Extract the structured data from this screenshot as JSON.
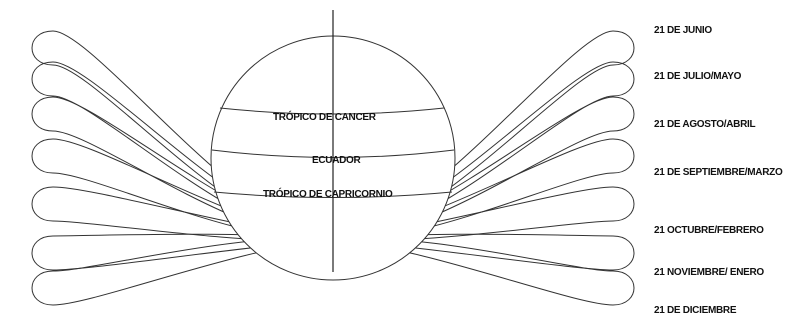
{
  "globe": {
    "latitudes": {
      "cancer": "TRÓPICO DE CANCER",
      "equator": "ECUADOR",
      "capricorn": "TRÓPICO DE CAPRICORNIO"
    }
  },
  "dates": [
    "21 DE JUNIO",
    "21 DE JULIO/MAYO",
    "21 DE AGOSTO/ABRIL",
    "21 DE SEPTIEMBRE/MARZO",
    "21 OCTUBRE/FEBRERO",
    "21 NOVIEMBRE/ ENERO",
    "21 DE DICIEMBRE"
  ],
  "colors": {
    "line": "#333333",
    "text": "#111111"
  }
}
